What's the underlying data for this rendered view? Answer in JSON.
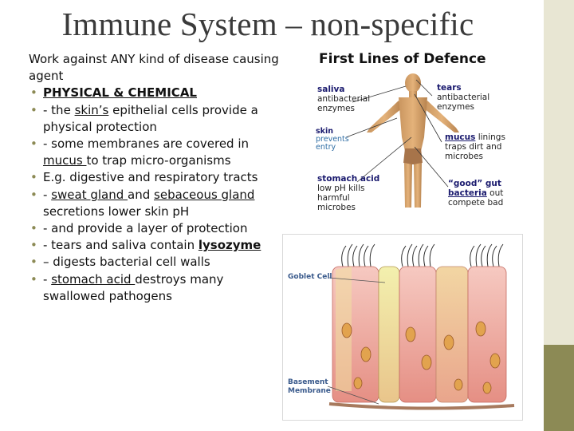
{
  "slide": {
    "title": "Immune System – non-specific",
    "intro": "Work against ANY kind of disease causing agent",
    "bullets": {
      "b1": "PHYSICAL & CHEMICAL",
      "b2_pre": "- the ",
      "b2_u": "skin’s",
      "b2_post": " epithelial cells provide a physical protection",
      "b3_pre": "- some membranes are covered in ",
      "b3_u": "mucus ",
      "b3_post": "to trap micro-organisms",
      "b4": "E.g. digestive and respiratory tracts",
      "b5_pre": "- ",
      "b5_u1": "sweat gland ",
      "b5_mid": "and ",
      "b5_u2": "sebaceous gland",
      "b5_post": " secretions lower skin pH",
      "b6": "- and provide a layer of protection",
      "b7_pre": "- tears and saliva contain ",
      "b7_u": "lysozyme",
      "b8": "– digests bacterial cell walls",
      "b9_pre": "- ",
      "b9_u": "stomach acid ",
      "b9_post": "destroys many swallowed pathogens"
    }
  },
  "defence_diagram": {
    "title": "First Lines of Defence",
    "saliva_key": "saliva",
    "saliva_text1": "antibacterial",
    "saliva_text2": "enzymes",
    "tears_key": "tears",
    "tears_text1": "antibacterial",
    "tears_text2": "enzymes",
    "skin_key": "skin",
    "skin_text1": "prevents",
    "skin_text2": "entry",
    "mucus_key": "mucus",
    "mucus_text1": " linings",
    "mucus_text2": "traps dirt and",
    "mucus_text3": "microbes",
    "stomach_key": "stomach acid",
    "stomach_text1": "low pH kills",
    "stomach_text2": "harmful",
    "stomach_text3": "microbes",
    "good_key1": "“good” gut",
    "good_key2": "bacteria",
    "good_text1": " out",
    "good_text2": "compete bad"
  },
  "cell_diagram": {
    "goblet_label": "Goblet Cell",
    "basement_label1": "Basement",
    "basement_label2": "Membrane"
  },
  "colors": {
    "accent": "#8c8a55",
    "stripe": "#e8e6d3",
    "title": "#3a3a3a"
  }
}
